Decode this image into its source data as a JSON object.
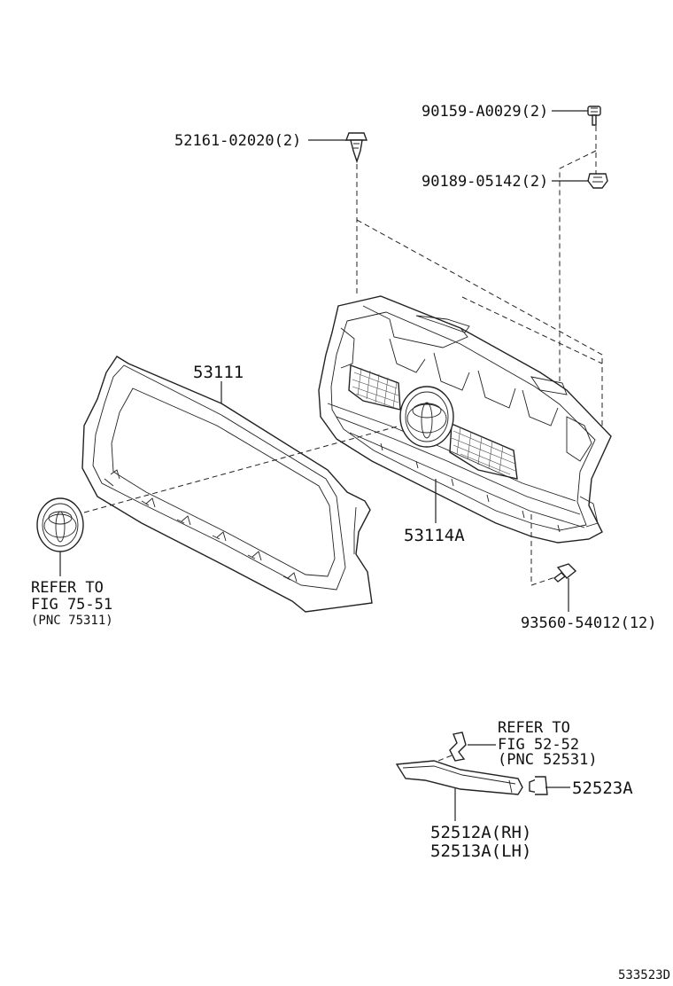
{
  "labels": {
    "p1_line1": "90159-A0029(2)",
    "p2_line1": "52161-02020(2)",
    "p3_line1": "90189-05142(2)",
    "p4_line1": "53111",
    "p5_line1": "53114A",
    "p6_line1": "93560-54012(12)",
    "emblem_ref": [
      "REFER TO",
      "FIG 75-51",
      "(PNC 75311)"
    ],
    "garnish_ref": [
      "REFER TO",
      "FIG 52-52",
      "(PNC 52531)"
    ],
    "p7_line1": "52523A",
    "p8_line1": "52512A(RH)",
    "p8_line2": "52513A(LH)",
    "figure_number": "533523D"
  },
  "icons": {
    "bolt": "bolt-icon",
    "clip": "clip-icon",
    "emblem": "emblem-icon"
  }
}
